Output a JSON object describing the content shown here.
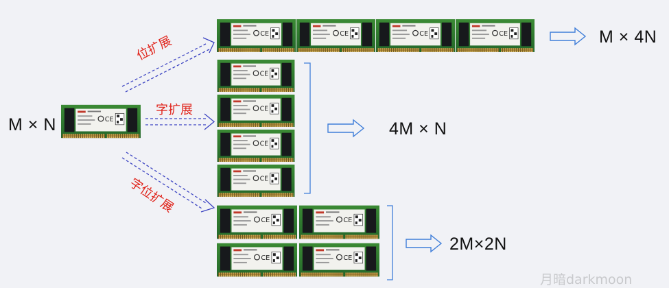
{
  "labels": {
    "source": "M × N",
    "bit_ext": "位扩展",
    "word_ext": "字扩展",
    "wordbit_ext": "字位扩展",
    "result_bit": "M × 4N",
    "result_word": "4M × N",
    "result_wordbit": "2M×2N"
  },
  "watermark": "月暗darkmoon",
  "colors": {
    "background": "#f1f2f6",
    "arrow_dashed": "#3c44c2",
    "arrow_hollow": "#3f7ed9",
    "bracket": "#3f7ed9",
    "label_red": "#e0241b",
    "pcb_green": "#2f7a2a",
    "chip_black": "#17191c",
    "label_sticker": "#f2f2ee",
    "gold_pins": "#c9a24a"
  }
}
